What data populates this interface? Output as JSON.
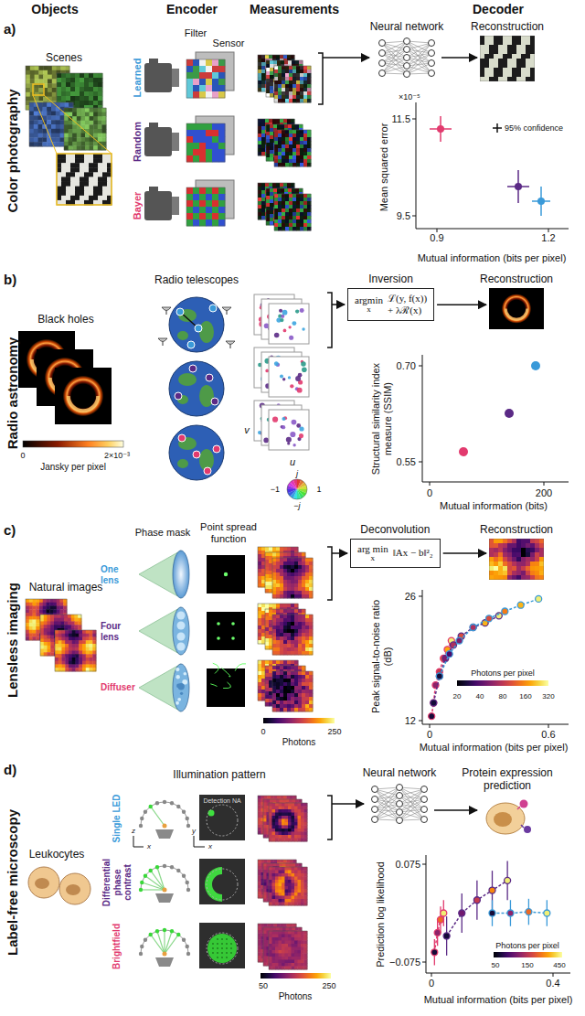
{
  "diagram": {
    "nodes": [
      {
        "text": [
          "Neural network"
        ]
      },
      {
        "text": [
          "Reconstruction"
        ]
      },
      {
        "text": [
          "Inversion",
          "argmin",
          "x",
          "ℒ(y, f(x))",
          "+ λℛ(x)"
        ]
      },
      {
        "text": [
          "Reconstruction"
        ]
      },
      {
        "text": [
          "Deconvolution",
          "arg min",
          "x",
          "‖Ax − b‖²₂"
        ]
      },
      {
        "text": [
          "Reconstruction"
        ]
      },
      {
        "text": [
          "Neural network"
        ]
      },
      {
        "text": [
          "Protein expression prediction"
        ]
      }
    ],
    "edges": [
      {
        "from": 0,
        "to": 1,
        "arrow": "to"
      },
      {
        "from": 2,
        "to": 3,
        "arrow": "to"
      },
      {
        "from": 4,
        "to": 5,
        "arrow": "to"
      },
      {
        "from": 6,
        "to": 7,
        "arrow": "to"
      }
    ],
    "labels": [
      "Objects",
      "Encoder",
      "Measurements",
      "Decoder",
      "a)",
      "Color photography",
      "Scenes",
      "Filter",
      "Sensor",
      "Learned",
      "Random",
      "Bayer",
      "Mean squared error",
      "×10⁻⁵",
      "11.5",
      "9.5",
      "0.9",
      "1.2",
      "Mutual information (bits per pixel)",
      "95% confidence",
      "b)",
      "Radio astronomy",
      "Black holes",
      "Radio telescopes",
      "0",
      "Jansky per pixel",
      "2×10⁻³",
      "u",
      "v",
      "−1",
      "1",
      "j",
      "−j",
      "Structural similarity index measure (SSIM)",
      "0.70",
      "0.55",
      "0",
      "200",
      "Mutual information (bits)",
      "c)",
      "Lensless imaging",
      "Natural images",
      "Phase mask",
      "Point spread function",
      "One lens",
      "Four lens",
      "Diffuser",
      "0",
      "Photons",
      "250",
      "Peak signal-to-noise ratio (dB)",
      "26",
      "12",
      "Photons per pixel",
      "20",
      "40",
      "80",
      "160",
      "320",
      "0",
      "0.6",
      "Mutual information (bits per pixel)",
      "d)",
      "Label-free microscopy",
      "Leukocytes",
      "Illumination pattern",
      "z",
      "x",
      "y",
      "x",
      "Detection NA",
      "Single LED",
      "Differential phase contrast",
      "Brightfield",
      "50",
      "Photons",
      "250",
      "Prediction log likelihood",
      "0.075",
      "−0.075",
      "Photons per pixel",
      "50",
      "150",
      "450",
      "0",
      "0.4",
      "Mutual information (bits per pixel)"
    ]
  }
}
